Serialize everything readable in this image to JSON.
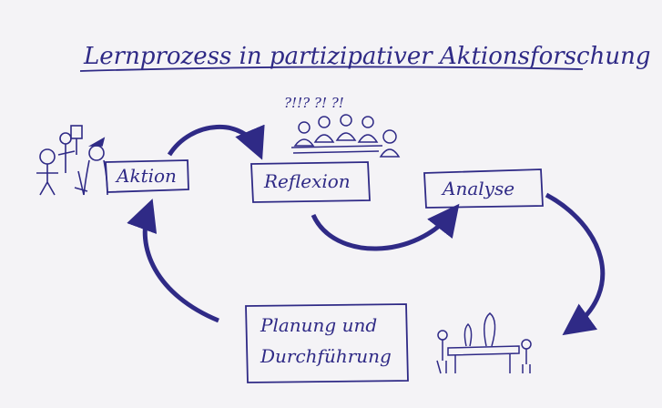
{
  "title": "Lernprozess in partizipativer Aktionsforschung",
  "nodes": {
    "aktion": "Aktion",
    "reflexion": "Reflexion",
    "analyse": "Analyse",
    "planung_line1": "Planung und",
    "planung_line2": "Durchführung"
  },
  "question_marks": "?!!? ?! ?!",
  "colors": {
    "ink": "#2f2a86",
    "paper": "#f4f3f6"
  },
  "icons": [
    "stick-figures-icon",
    "audience-icon",
    "meeting-table-icon",
    "arrow-icon"
  ]
}
